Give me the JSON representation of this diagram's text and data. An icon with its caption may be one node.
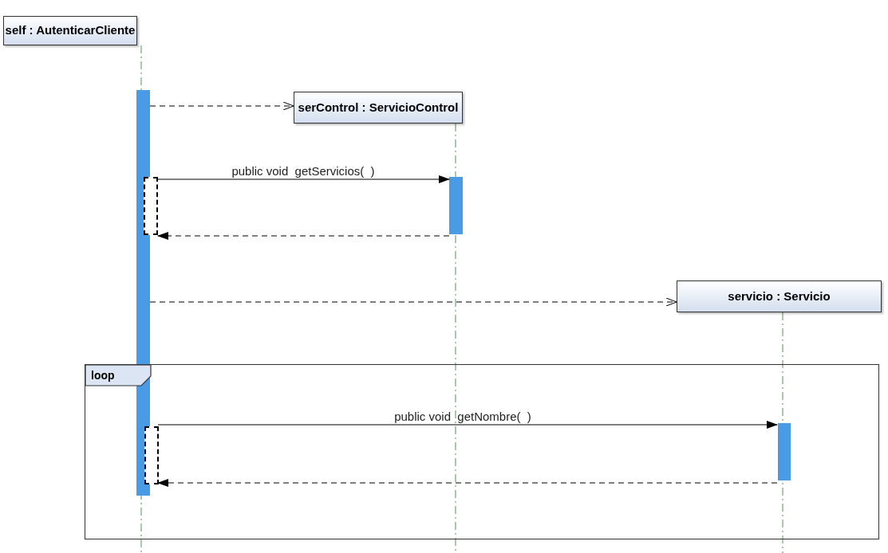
{
  "diagram": {
    "nodes": [
      {
        "text": [
          "self : AutenticarCliente"
        ]
      },
      {
        "text": [],
        "shape": "bar"
      },
      {
        "text": [
          "serControl : ServicioControl"
        ]
      },
      {
        "text": [],
        "shape": "box"
      },
      {
        "text": [],
        "shape": "bar"
      },
      {
        "text": [
          "servicio : Servicio"
        ]
      },
      {
        "text": [
          "loop"
        ]
      },
      {
        "text": [],
        "shape": "box",
        "in": 6
      },
      {
        "text": [],
        "shape": "bar",
        "in": 6
      }
    ],
    "edges": [
      {
        "from": 1,
        "to": 2,
        "arrow": "to",
        "style": "dashed"
      },
      {
        "from": 3,
        "to": 4,
        "arrow": "to",
        "label": "public void  getServicios(  )"
      },
      {
        "from": 4,
        "to": 3,
        "arrow": "to",
        "style": "dashed"
      },
      {
        "from": 1,
        "to": 5,
        "arrow": "to",
        "style": "dashed"
      },
      {
        "from": 7,
        "to": 8,
        "arrow": "to",
        "label": "public void  getNombre(  )"
      },
      {
        "from": 8,
        "to": 7,
        "arrow": "to",
        "style": "dashed"
      }
    ]
  }
}
